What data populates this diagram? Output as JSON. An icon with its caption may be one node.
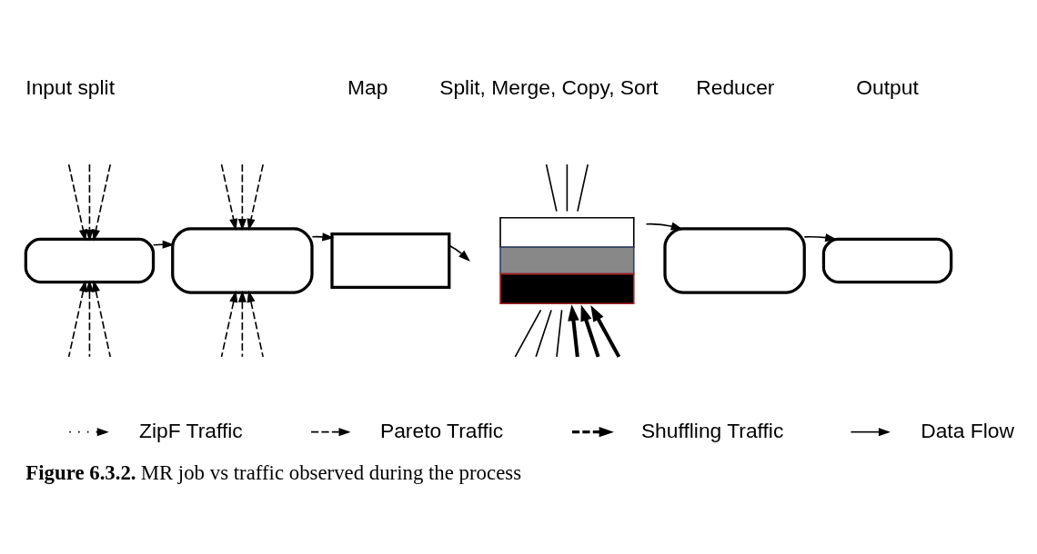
{
  "diagram": {
    "caption": "**Figure 6.3.2.** MR job vs traffic observed during the process",
    "nodes": [
      {
        "text": [],
        "shape": "capsule"
      },
      {
        "text": [],
        "shape": "box"
      },
      {
        "text": [],
        "shape": "box"
      },
      {
        "text": [],
        "shape": "box"
      },
      {
        "text": [],
        "shape": "box"
      },
      {
        "text": [],
        "shape": "capsule"
      }
    ],
    "edges": [
      {
        "from": null,
        "to": 0,
        "arrow": "to",
        "style": "dashed"
      },
      {
        "from": null,
        "to": 0,
        "arrow": "to",
        "style": "dashed"
      },
      {
        "from": null,
        "to": 0,
        "arrow": "to",
        "style": "dashed"
      },
      {
        "from": null,
        "to": 0,
        "arrow": "to",
        "style": "dashed"
      },
      {
        "from": null,
        "to": 0,
        "arrow": "to",
        "style": "dashed"
      },
      {
        "from": null,
        "to": 0,
        "arrow": "to",
        "style": "dashed"
      },
      {
        "from": 0,
        "to": 1,
        "arrow": "to"
      },
      {
        "from": null,
        "to": 1,
        "arrow": "to",
        "style": "dashed"
      },
      {
        "from": null,
        "to": 1,
        "arrow": "to",
        "style": "dashed"
      },
      {
        "from": null,
        "to": 1,
        "arrow": "to",
        "style": "dashed"
      },
      {
        "from": null,
        "to": 1,
        "arrow": "to",
        "style": "dashed"
      },
      {
        "from": null,
        "to": 1,
        "arrow": "to",
        "style": "dashed"
      },
      {
        "from": null,
        "to": 1,
        "arrow": "to",
        "style": "dashed"
      },
      {
        "from": 1,
        "to": 2,
        "arrow": "to"
      },
      {
        "from": 2,
        "to": null,
        "arrow": "to"
      },
      {
        "from": null,
        "to": 3,
        "arrow": "none"
      },
      {
        "from": null,
        "to": 3,
        "arrow": "none"
      },
      {
        "from": null,
        "to": 3,
        "arrow": "none"
      },
      {
        "from": null,
        "to": 3,
        "arrow": "none"
      },
      {
        "from": null,
        "to": 3,
        "arrow": "none"
      },
      {
        "from": null,
        "to": 3,
        "arrow": "none"
      },
      {
        "from": null,
        "to": 3,
        "arrow": "to",
        "style": "thick"
      },
      {
        "from": null,
        "to": 3,
        "arrow": "to",
        "style": "thick"
      },
      {
        "from": null,
        "to": 3,
        "arrow": "to",
        "style": "thick"
      },
      {
        "from": 3,
        "to": 4,
        "arrow": "to"
      },
      {
        "from": 4,
        "to": 5,
        "arrow": "to"
      }
    ],
    "labels": [
      "Input split",
      "Map",
      "Split, Merge, Copy, Sort",
      "Reducer",
      "Output"
    ],
    "legend": [
      {
        "text": "ZipF Traffic"
      },
      {
        "text": "Pareto Traffic"
      },
      {
        "text": "Shuffling Traffic"
      },
      {
        "text": "Data Flow"
      }
    ]
  }
}
